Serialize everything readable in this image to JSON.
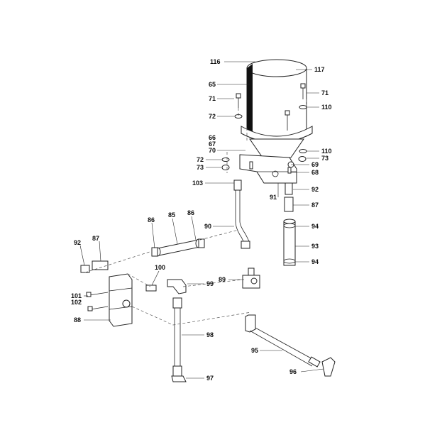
{
  "diagram": {
    "style": "exploded parts diagram",
    "callouts": [
      {
        "id": "c116",
        "text": "116"
      },
      {
        "id": "c117",
        "text": "117"
      },
      {
        "id": "c65",
        "text": "65"
      },
      {
        "id": "c71a",
        "text": "71"
      },
      {
        "id": "c71b",
        "text": "71"
      },
      {
        "id": "c72a",
        "text": "72"
      },
      {
        "id": "c110a",
        "text": "110"
      },
      {
        "id": "c66",
        "text": "66"
      },
      {
        "id": "c67",
        "text": "67"
      },
      {
        "id": "c70",
        "text": "70"
      },
      {
        "id": "c110b",
        "text": "110"
      },
      {
        "id": "c72b",
        "text": "72"
      },
      {
        "id": "c73a",
        "text": "73"
      },
      {
        "id": "c73b",
        "text": "73"
      },
      {
        "id": "c69",
        "text": "69"
      },
      {
        "id": "c68",
        "text": "68"
      },
      {
        "id": "c103",
        "text": "103"
      },
      {
        "id": "c91",
        "text": "91"
      },
      {
        "id": "c92a",
        "text": "92"
      },
      {
        "id": "c87a",
        "text": "87"
      },
      {
        "id": "c86a",
        "text": "86"
      },
      {
        "id": "c85",
        "text": "85"
      },
      {
        "id": "c86b",
        "text": "86"
      },
      {
        "id": "c90",
        "text": "90"
      },
      {
        "id": "c94a",
        "text": "94"
      },
      {
        "id": "c87b",
        "text": "87"
      },
      {
        "id": "c92b",
        "text": "92"
      },
      {
        "id": "c93",
        "text": "93"
      },
      {
        "id": "c94b",
        "text": "94"
      },
      {
        "id": "c100",
        "text": "100"
      },
      {
        "id": "c89",
        "text": "89"
      },
      {
        "id": "c99",
        "text": "99"
      },
      {
        "id": "c101",
        "text": "101"
      },
      {
        "id": "c102",
        "text": "102"
      },
      {
        "id": "c88",
        "text": "88"
      },
      {
        "id": "c98",
        "text": "98"
      },
      {
        "id": "c95",
        "text": "95"
      },
      {
        "id": "c96",
        "text": "96"
      },
      {
        "id": "c97",
        "text": "97"
      }
    ]
  }
}
